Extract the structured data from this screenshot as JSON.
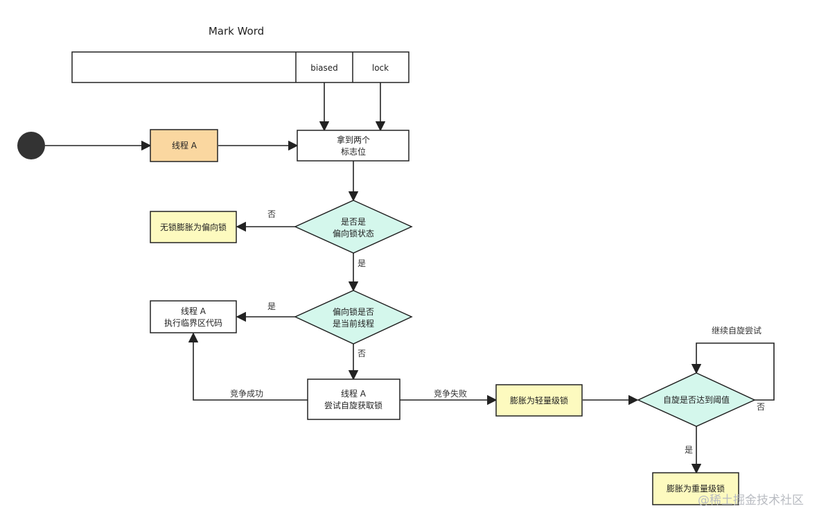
{
  "title": "Mark Word",
  "mark_word": {
    "biased": "biased",
    "lock": "lock"
  },
  "colors": {
    "start_fill": "#333333",
    "thread_fill": "#fad7a0",
    "note_fill": "#fdfabf",
    "decision_fill": "#d4f7ec",
    "plain_fill": "#ffffff",
    "stroke": "#222222"
  },
  "nodes": {
    "thread_a": "线程 A",
    "get_flags": [
      "拿到两个",
      "标志位"
    ],
    "is_biased_state": [
      "是否是",
      "偏向锁状态"
    ],
    "unlocked_to_biased": "无锁膨胀为偏向锁",
    "is_current_thread": [
      "偏向锁是否",
      "是当前线程"
    ],
    "execute_critical": [
      "线程 A",
      "执行临界区代码"
    ],
    "try_spin": [
      "线程 A",
      "尝试自旋获取锁"
    ],
    "inflate_light": "膨胀为轻量级锁",
    "spin_threshold": "自旋是否达到阈值",
    "inflate_heavy": "膨胀为重量级锁"
  },
  "edge_labels": {
    "no_1": "否",
    "yes_1": "是",
    "yes_2": "是",
    "no_2": "否",
    "compete_success": "竞争成功",
    "compete_fail": "竞争失败",
    "continue_spin": "继续自旋尝试",
    "no_3": "否",
    "yes_3": "是"
  },
  "watermark": "@稀土掘金技术社区"
}
